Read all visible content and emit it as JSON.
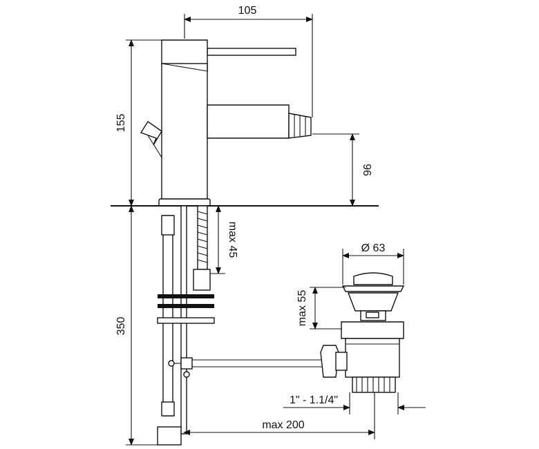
{
  "drawing": {
    "dimensions": {
      "spout_reach": "105",
      "overall_height": "155",
      "outlet_height": "96",
      "max_deck_thickness": "max 45",
      "below_deck_length": "350",
      "drain_diameter": "Ø 63",
      "drain_lift": "max 55",
      "drain_thread": "1\" - 1.1/4\"",
      "rod_length": "max  200"
    }
  }
}
